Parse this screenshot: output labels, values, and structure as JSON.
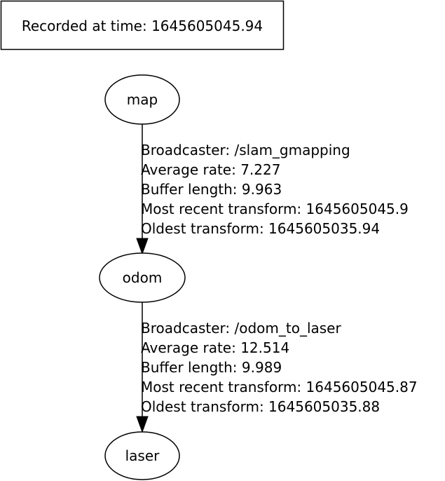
{
  "header": {
    "recorded_label": "Recorded at time: 1645605045.94"
  },
  "nodes": {
    "map": "map",
    "odom": "odom",
    "laser": "laser"
  },
  "edges": [
    {
      "from": "map",
      "to": "odom",
      "broadcaster": "Broadcaster: /slam_gmapping",
      "average_rate": "Average rate: 7.227",
      "buffer_length": "Buffer length: 9.963",
      "most_recent": "Most recent transform: 1645605045.9",
      "oldest": "Oldest transform: 1645605035.94"
    },
    {
      "from": "odom",
      "to": "laser",
      "broadcaster": "Broadcaster: /odom_to_laser",
      "average_rate": "Average rate: 12.514",
      "buffer_length": "Buffer length: 9.989",
      "most_recent": "Most recent transform: 1645605045.87",
      "oldest": "Oldest transform: 1645605035.88"
    }
  ]
}
